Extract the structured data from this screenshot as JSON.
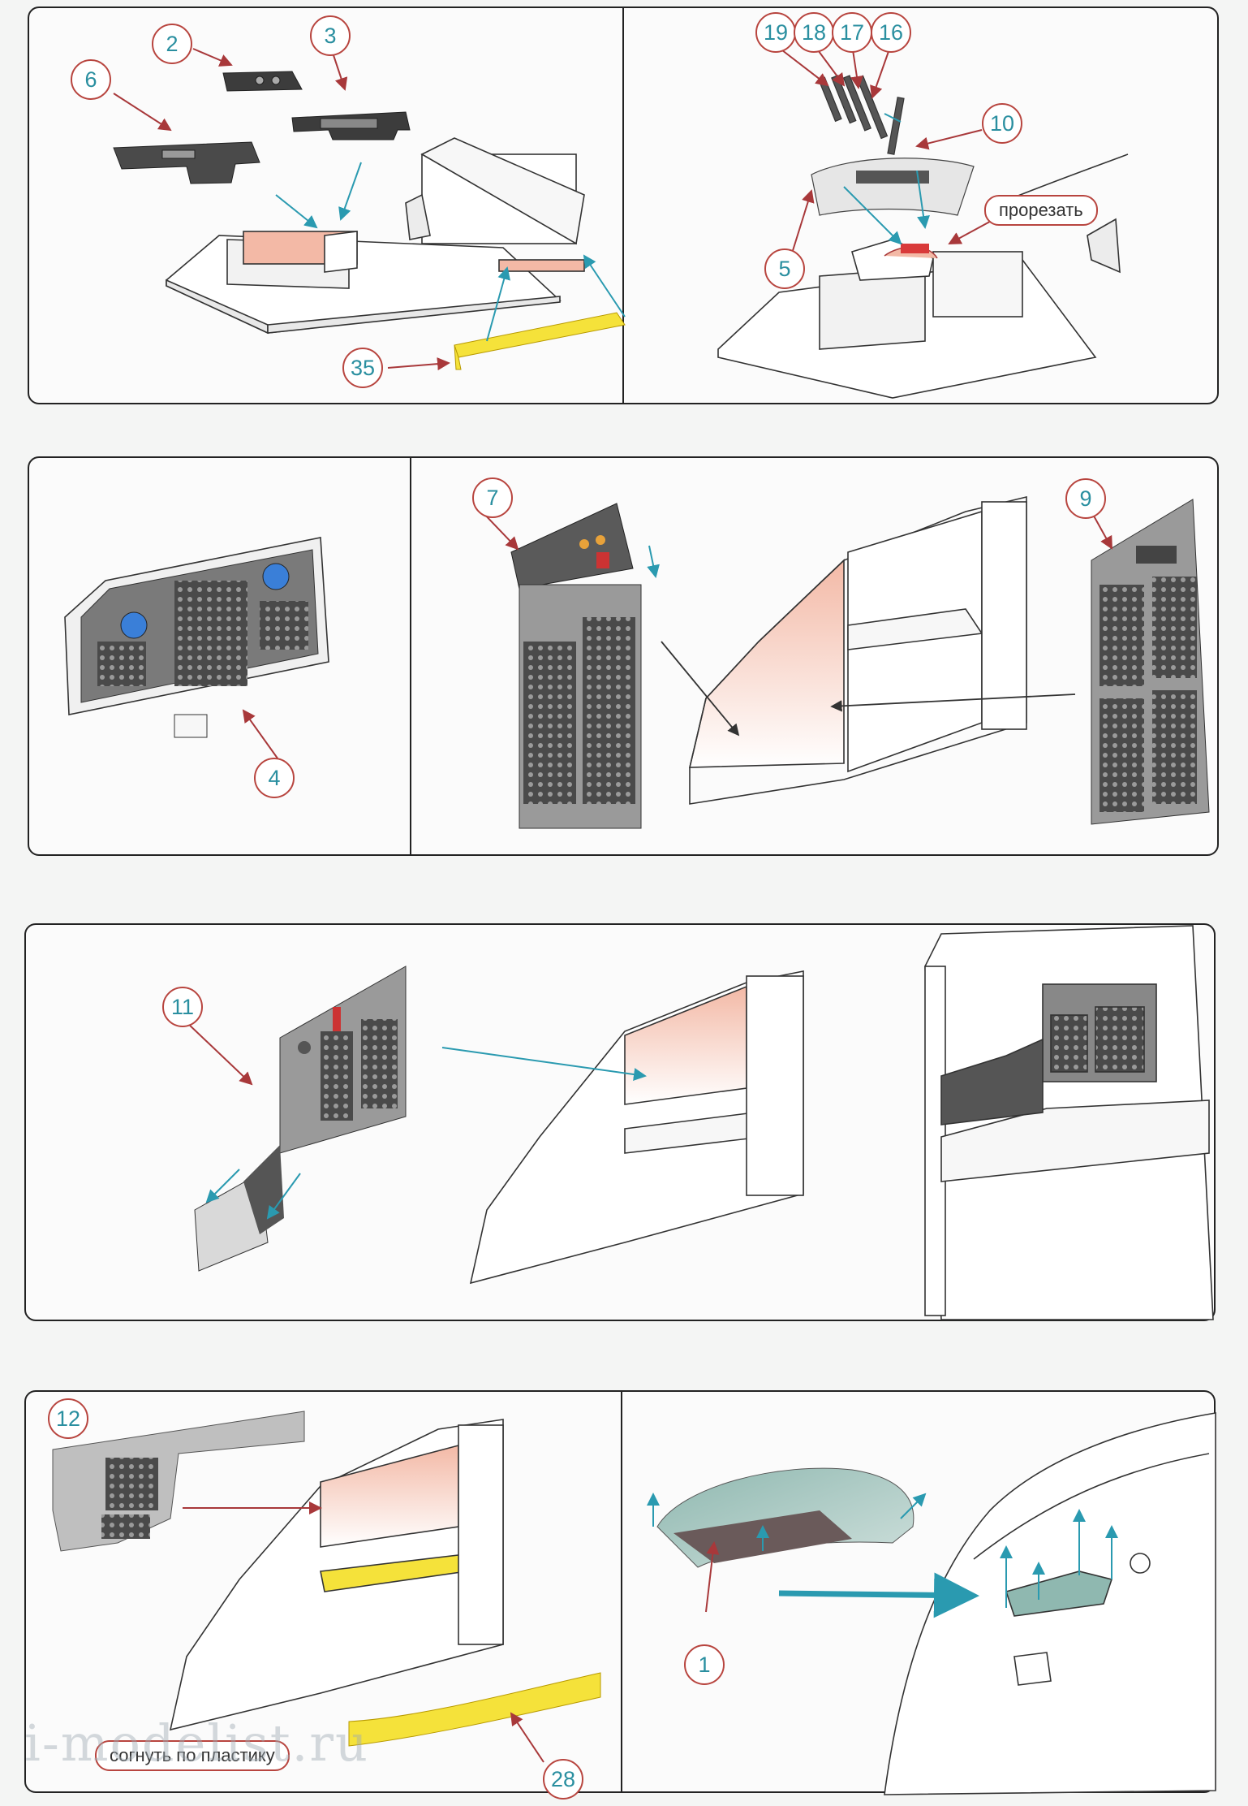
{
  "colors": {
    "callout_text": "#2a8fa0",
    "callout_ring": "#b8453f",
    "arrow_teal": "#2a9ab0",
    "arrow_red": "#a8383a",
    "etched_part": "#3c3c3c",
    "glue_area_pink": "#f3b9a6",
    "bend_strip_yellow": "#f5e23a",
    "window_teal": "#8fb8b0"
  },
  "callouts": {
    "c2": "2",
    "c3": "3",
    "c6": "6",
    "c35": "35",
    "c19": "19",
    "c18": "18",
    "c17": "17",
    "c16": "16",
    "c10": "10",
    "c5": "5",
    "c4": "4",
    "c7": "7",
    "c9": "9",
    "c11": "11",
    "c12": "12",
    "c1": "1",
    "c28": "28"
  },
  "labels": {
    "cut": "прорезать",
    "bend": "согнуть по пластику"
  },
  "watermark": "i-modelist.ru"
}
